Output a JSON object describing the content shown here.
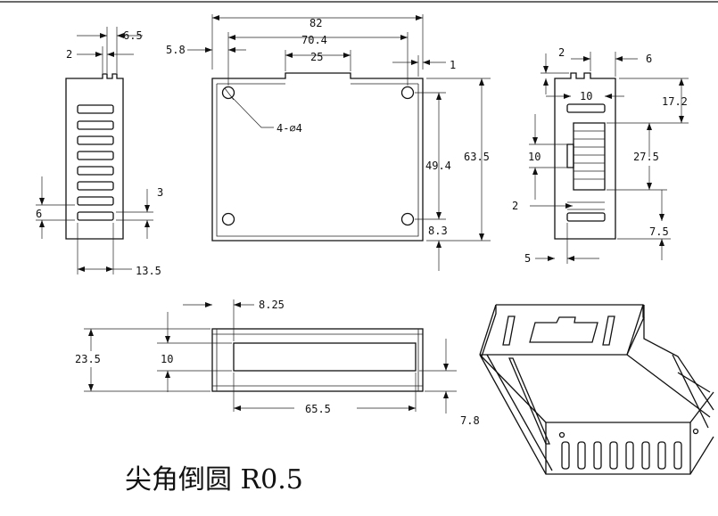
{
  "dimensions": {
    "left_view": {
      "top_width": "6.5",
      "top_gap": "2",
      "slot_height": "6",
      "slot_gap": "3",
      "slot_length": "13.5"
    },
    "front_view": {
      "overall_width": "82",
      "hole_spacing": "70.4",
      "top_notch": "25",
      "edge_offset": "5.8",
      "flange": "1",
      "hole_label": "4-⌀4",
      "hole_vertical": "49.4",
      "overall_height": "63.5",
      "bottom_offset": "8.3"
    },
    "right_view": {
      "top_gap": "2",
      "top_right": "6",
      "slot_width": "10",
      "top_offset": "17.2",
      "side_height": "10",
      "middle_height": "27.5",
      "bottom_gap": "2",
      "bottom_offset": "7.5",
      "left_offset": "5"
    },
    "bottom_view": {
      "side_offset": "8.25",
      "depth": "23.5",
      "window_height": "10",
      "window_width": "65.5",
      "bottom_offset": "7.8"
    }
  },
  "note": "尖角倒圆 R0.5"
}
